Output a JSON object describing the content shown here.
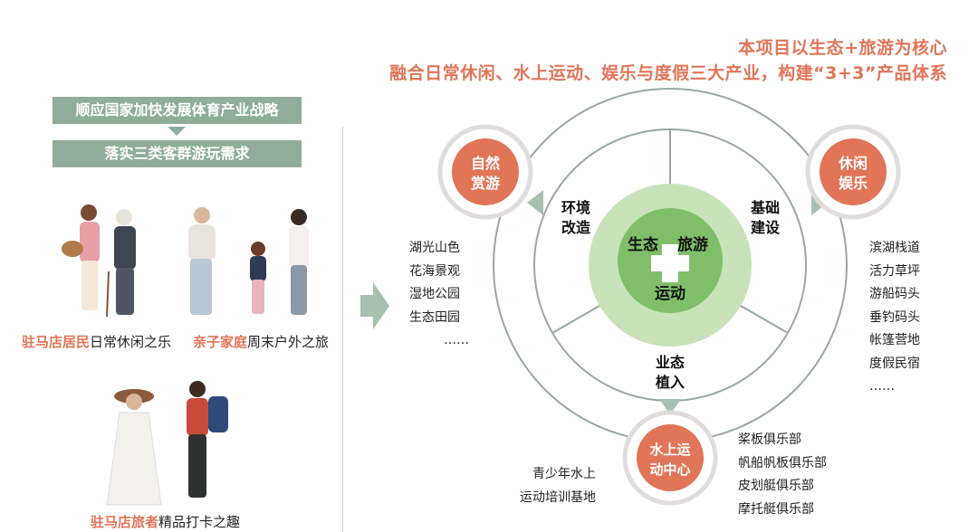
{
  "header": {
    "line1": "本项目以生态+旅游为核心",
    "line2": "融合日常休闲、水上运动、娱乐与度假三大产业，构建“3+3”产品体系"
  },
  "left": {
    "banner1": "顺应国家加快发展体育产业战略",
    "banner2": "落实三类客群游玩需求",
    "groups": [
      {
        "highlight": "驻马店居民",
        "text": "日常休闲之乐"
      },
      {
        "highlight": "亲子家庭",
        "text": "周末户外之旅"
      },
      {
        "highlight": "驻马店旅者",
        "text": "精品打卡之趣"
      }
    ]
  },
  "diagram": {
    "core": {
      "top_left": "生态",
      "top_right": "旅游",
      "symbol": "+",
      "bottom": "运动"
    },
    "ring_labels": {
      "left": [
        "环境",
        "改造"
      ],
      "right": [
        "基础",
        "建设"
      ],
      "bottom": [
        "业态",
        "植入"
      ]
    },
    "nodes": {
      "nature": [
        "自然",
        "赏游"
      ],
      "leisure": [
        "休闲",
        "娱乐"
      ],
      "water": [
        "水上运",
        "动中心"
      ]
    },
    "nature_items": [
      "湖光山色",
      "花海景观",
      "湿地公园",
      "生态田园",
      "……"
    ],
    "leisure_items": [
      "滨湖栈道",
      "活力草坪",
      "游船码头",
      "垂钓码头",
      "帐篷营地",
      "度假民宿",
      "……"
    ],
    "water_items_left": [
      "青少年水上",
      "运动培训基地"
    ],
    "water_items_right": [
      "桨板俱乐部",
      "帆船帆板俱乐部",
      "皮划艇俱乐部",
      "摩托艇俱乐部"
    ],
    "colors": {
      "accent": "#e07558",
      "green_dark": "#7fbf6a",
      "green_light": "#c8e3b9",
      "banner": "#8fad98",
      "ring": "#9aa89e"
    }
  }
}
